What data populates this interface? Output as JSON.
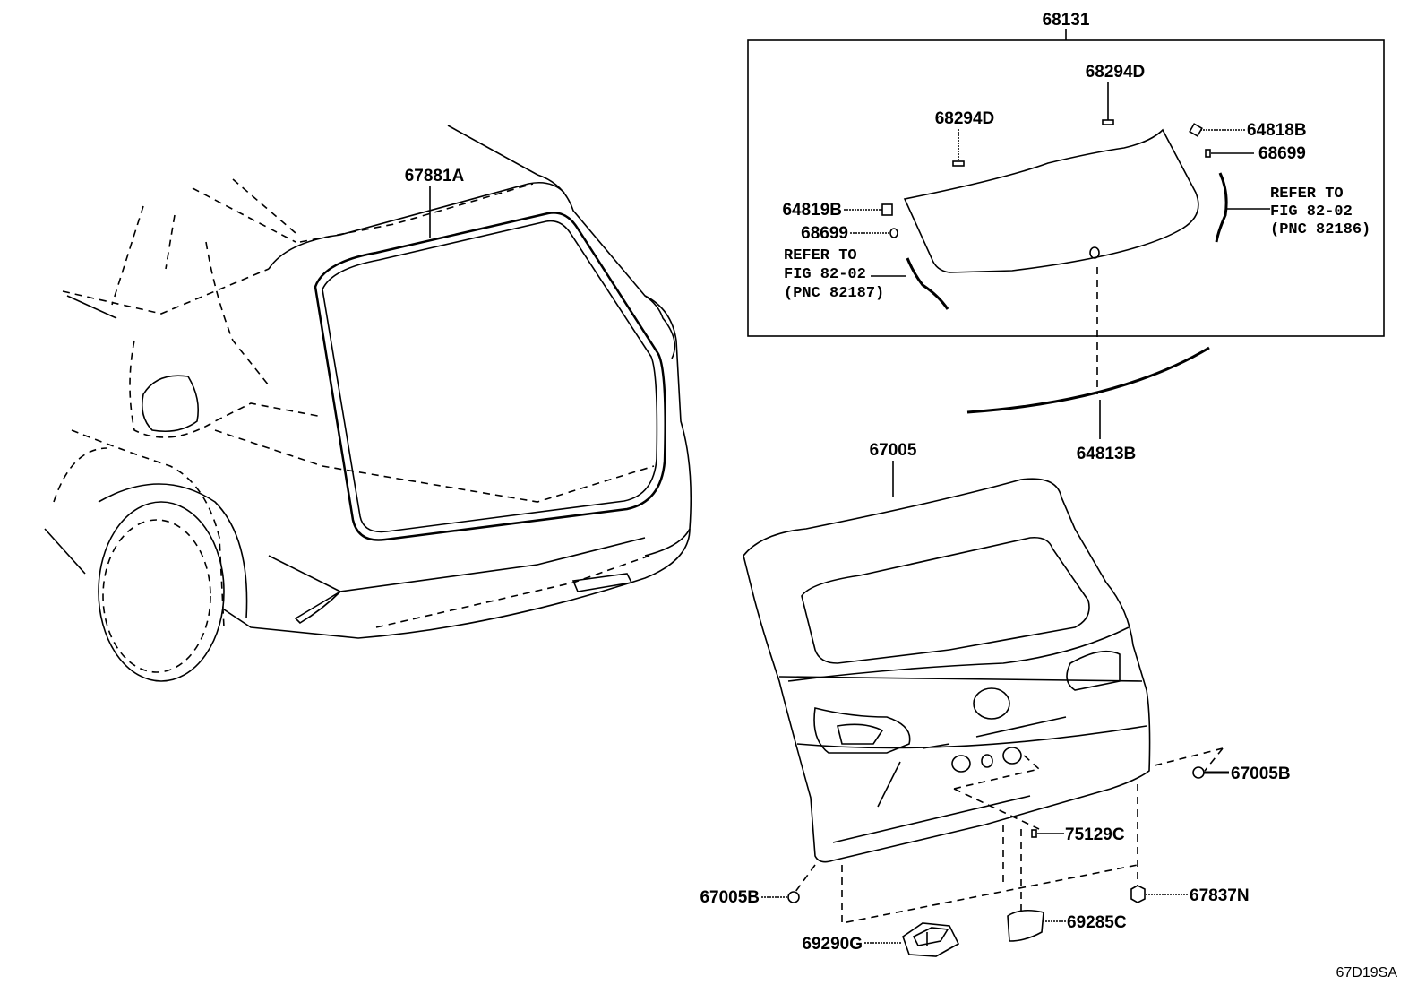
{
  "diagram_code": "67D19SA",
  "callouts": {
    "glass_assembly": "68131",
    "stopper_top": "68294D",
    "stopper_left": "68294D",
    "spacer_right": "64818B",
    "clip_right": "68699",
    "spacer_left": "64819B",
    "clip_left": "68699",
    "molding": "64813B",
    "weatherstrip": "67881A",
    "back_door_panel": "67005",
    "plug_right": "67005B",
    "plug_left": "67005B",
    "hole_cover": "75129C",
    "nut": "67837N",
    "handle": "69290G",
    "cover": "69285C"
  },
  "refer_left": [
    "REFER TO",
    "FIG 82-02",
    "(PNC 82187)"
  ],
  "refer_right": [
    "REFER TO",
    "FIG 82-02",
    "(PNC 82186)"
  ]
}
